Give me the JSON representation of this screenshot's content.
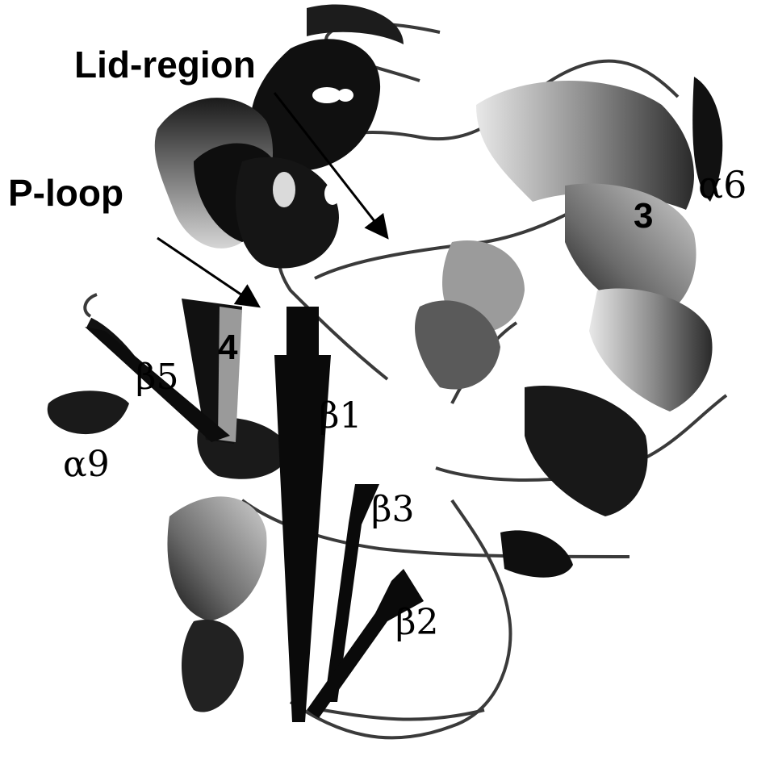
{
  "labels": {
    "lid_region": "Lid-region",
    "p_loop": "P-loop",
    "alpha6": "α6",
    "alpha3_partial": "3",
    "alpha4_partial": "4",
    "beta5": "β5",
    "beta1": "β1",
    "alpha9": "α9",
    "beta3": "β3",
    "beta2": "β2"
  },
  "colors": {
    "ink": "#000000",
    "helix_dark": "#111111",
    "helix_mid": "#8a8a8a",
    "helix_light": "#c9c9c9",
    "strand": "#0a0a0a",
    "coil": "#444444",
    "background": "#ffffff"
  }
}
